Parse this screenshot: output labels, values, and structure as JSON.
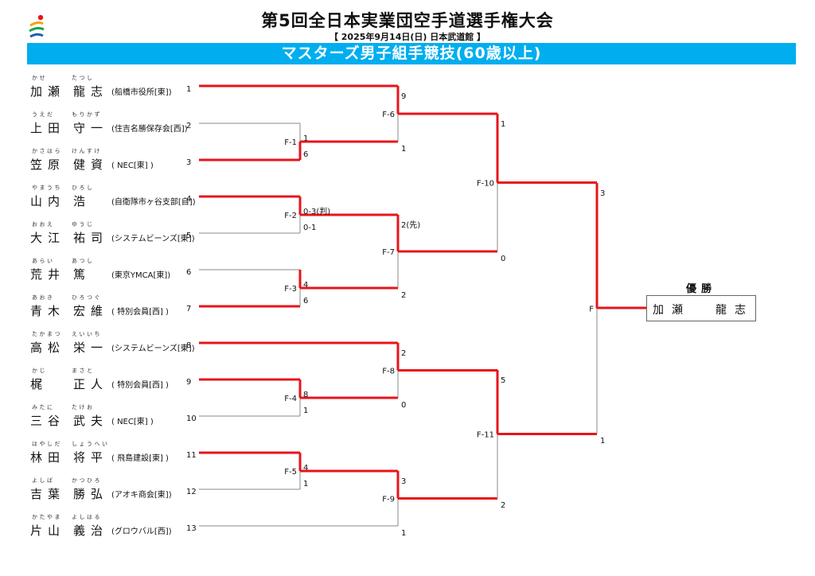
{
  "header": {
    "title": "第5回全日本実業団空手道選手権大会",
    "subtitle": "【 2025年9月14日(日) 日本武道館 】",
    "banner": "マスターズ男子組手競技(60歳以上)"
  },
  "colors": {
    "banner": "#00aeef",
    "winner_line": "#e8141b",
    "plain_line": "#888888"
  },
  "players": [
    {
      "seed": "1",
      "ruby_family": "かせ",
      "ruby_given": "たつし",
      "family": "加瀬",
      "given": "龍志",
      "affiliation": "(船橋市役所[東])"
    },
    {
      "seed": "2",
      "ruby_family": "うえだ",
      "ruby_given": "もりかず",
      "family": "上田",
      "given": "守一",
      "affiliation": "(住吉名勝保存会[西])"
    },
    {
      "seed": "3",
      "ruby_family": "かさはら",
      "ruby_given": "けんすけ",
      "family": "笠原",
      "given": "健資",
      "affiliation": "( NEC[東] )"
    },
    {
      "seed": "4",
      "ruby_family": "やまうち",
      "ruby_given": "ひろし",
      "family": "山内",
      "given": "浩",
      "affiliation": "(自衛隊市ヶ谷支部[自])"
    },
    {
      "seed": "5",
      "ruby_family": "おおえ",
      "ruby_given": "ゆうじ",
      "family": "大江",
      "given": "祐司",
      "affiliation": "(システムビーンズ[東])"
    },
    {
      "seed": "6",
      "ruby_family": "あらい",
      "ruby_given": "あつし",
      "family": "荒井",
      "given": "篤",
      "affiliation": "(東京YMCA[東])"
    },
    {
      "seed": "7",
      "ruby_family": "あおき",
      "ruby_given": "ひろつぐ",
      "family": "青木",
      "given": "宏維",
      "affiliation": "( 特別会員[西] )"
    },
    {
      "seed": "8",
      "ruby_family": "たかまつ",
      "ruby_given": "えいいち",
      "family": "高松",
      "given": "栄一",
      "affiliation": "(システムビーンズ[東])"
    },
    {
      "seed": "9",
      "ruby_family": "かじ",
      "ruby_given": "まさと",
      "family": "梶",
      "given": "正人",
      "affiliation": "( 特別会員[西] )"
    },
    {
      "seed": "10",
      "ruby_family": "みたに",
      "ruby_given": "たけお",
      "family": "三谷",
      "given": "武夫",
      "affiliation": "( NEC[東] )"
    },
    {
      "seed": "11",
      "ruby_family": "はやしだ",
      "ruby_given": "しょうへい",
      "family": "林田",
      "given": "将平",
      "affiliation": "( 飛島建設[東] )"
    },
    {
      "seed": "12",
      "ruby_family": "よしば",
      "ruby_given": "かつひろ",
      "family": "吉葉",
      "given": "勝弘",
      "affiliation": "(アオキ商会[東])"
    },
    {
      "seed": "13",
      "ruby_family": "かたやま",
      "ruby_given": "よしはる",
      "family": "片山",
      "given": "義治",
      "affiliation": "(グロウバル[西])"
    }
  ],
  "matches": [
    {
      "id": "F-1",
      "score_top": "1",
      "score_bottom": "6",
      "winner": "bottom"
    },
    {
      "id": "F-2",
      "score_top": "0-3(判)",
      "score_bottom": "0-1",
      "winner": "top"
    },
    {
      "id": "F-3",
      "score_top": "4",
      "score_bottom": "6",
      "winner": "top"
    },
    {
      "id": "F-4",
      "score_top": "8",
      "score_bottom": "1",
      "winner": "top"
    },
    {
      "id": "F-5",
      "score_top": "4",
      "score_bottom": "1",
      "winner": "top"
    },
    {
      "id": "F-6",
      "score_top": "9",
      "score_bottom": "1",
      "winner": "top"
    },
    {
      "id": "F-7",
      "score_top": "2(先)",
      "score_bottom": "2",
      "winner": "top"
    },
    {
      "id": "F-8",
      "score_top": "2",
      "score_bottom": "0",
      "winner": "top"
    },
    {
      "id": "F-9",
      "score_top": "3",
      "score_bottom": "1",
      "winner": "top"
    },
    {
      "id": "F-10",
      "score_top": "1",
      "score_bottom": "0",
      "winner": "top"
    },
    {
      "id": "F-11",
      "score_top": "5",
      "score_bottom": "2",
      "winner": "top"
    },
    {
      "id": "F",
      "score_top": "3",
      "score_bottom": "1",
      "winner": "top"
    }
  ],
  "champion": {
    "label": "優勝",
    "family": "加瀬",
    "given": "龍志"
  }
}
